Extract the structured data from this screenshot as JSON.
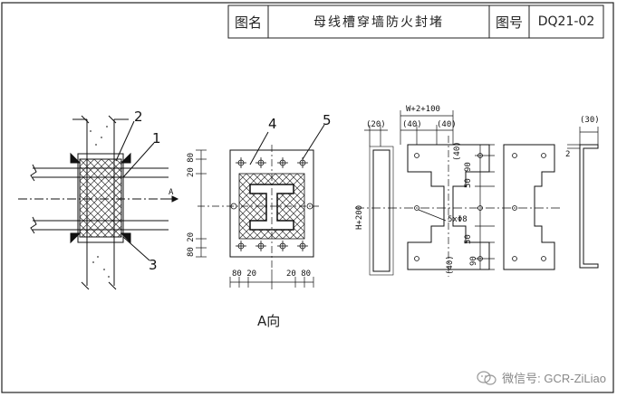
{
  "title_block": {
    "name_label": "图名",
    "name_value": "母线槽穿墙防火封堵",
    "number_label": "图号",
    "number_value": "DQ21-02"
  },
  "callouts": [
    "1",
    "2",
    "3",
    "4",
    "5"
  ],
  "section_marker": "A",
  "view_caption": "A向",
  "dims": {
    "front_left_top": "20 80",
    "front_left_bottom": "80 20",
    "front_bottom": "80 20",
    "front_bottom_right": "20 80",
    "plate_top_total": "W+2+100",
    "plate_top_left": "(40)",
    "plate_top_right": "(40)",
    "side_top": "(20)",
    "side_height": "H+200",
    "plate_right_top": "(40)",
    "plate_right_90a": "90",
    "plate_right_50a": "50",
    "plate_right_50b": "50",
    "plate_right_90b": "90",
    "plate_right_40b": "(40)",
    "hole_note": "5xΦ8",
    "angle_top": "(30)",
    "angle_side": "2"
  },
  "watermark": {
    "text": "微信号: GCR-ZiLiao",
    "icon": "wechat-icon"
  }
}
